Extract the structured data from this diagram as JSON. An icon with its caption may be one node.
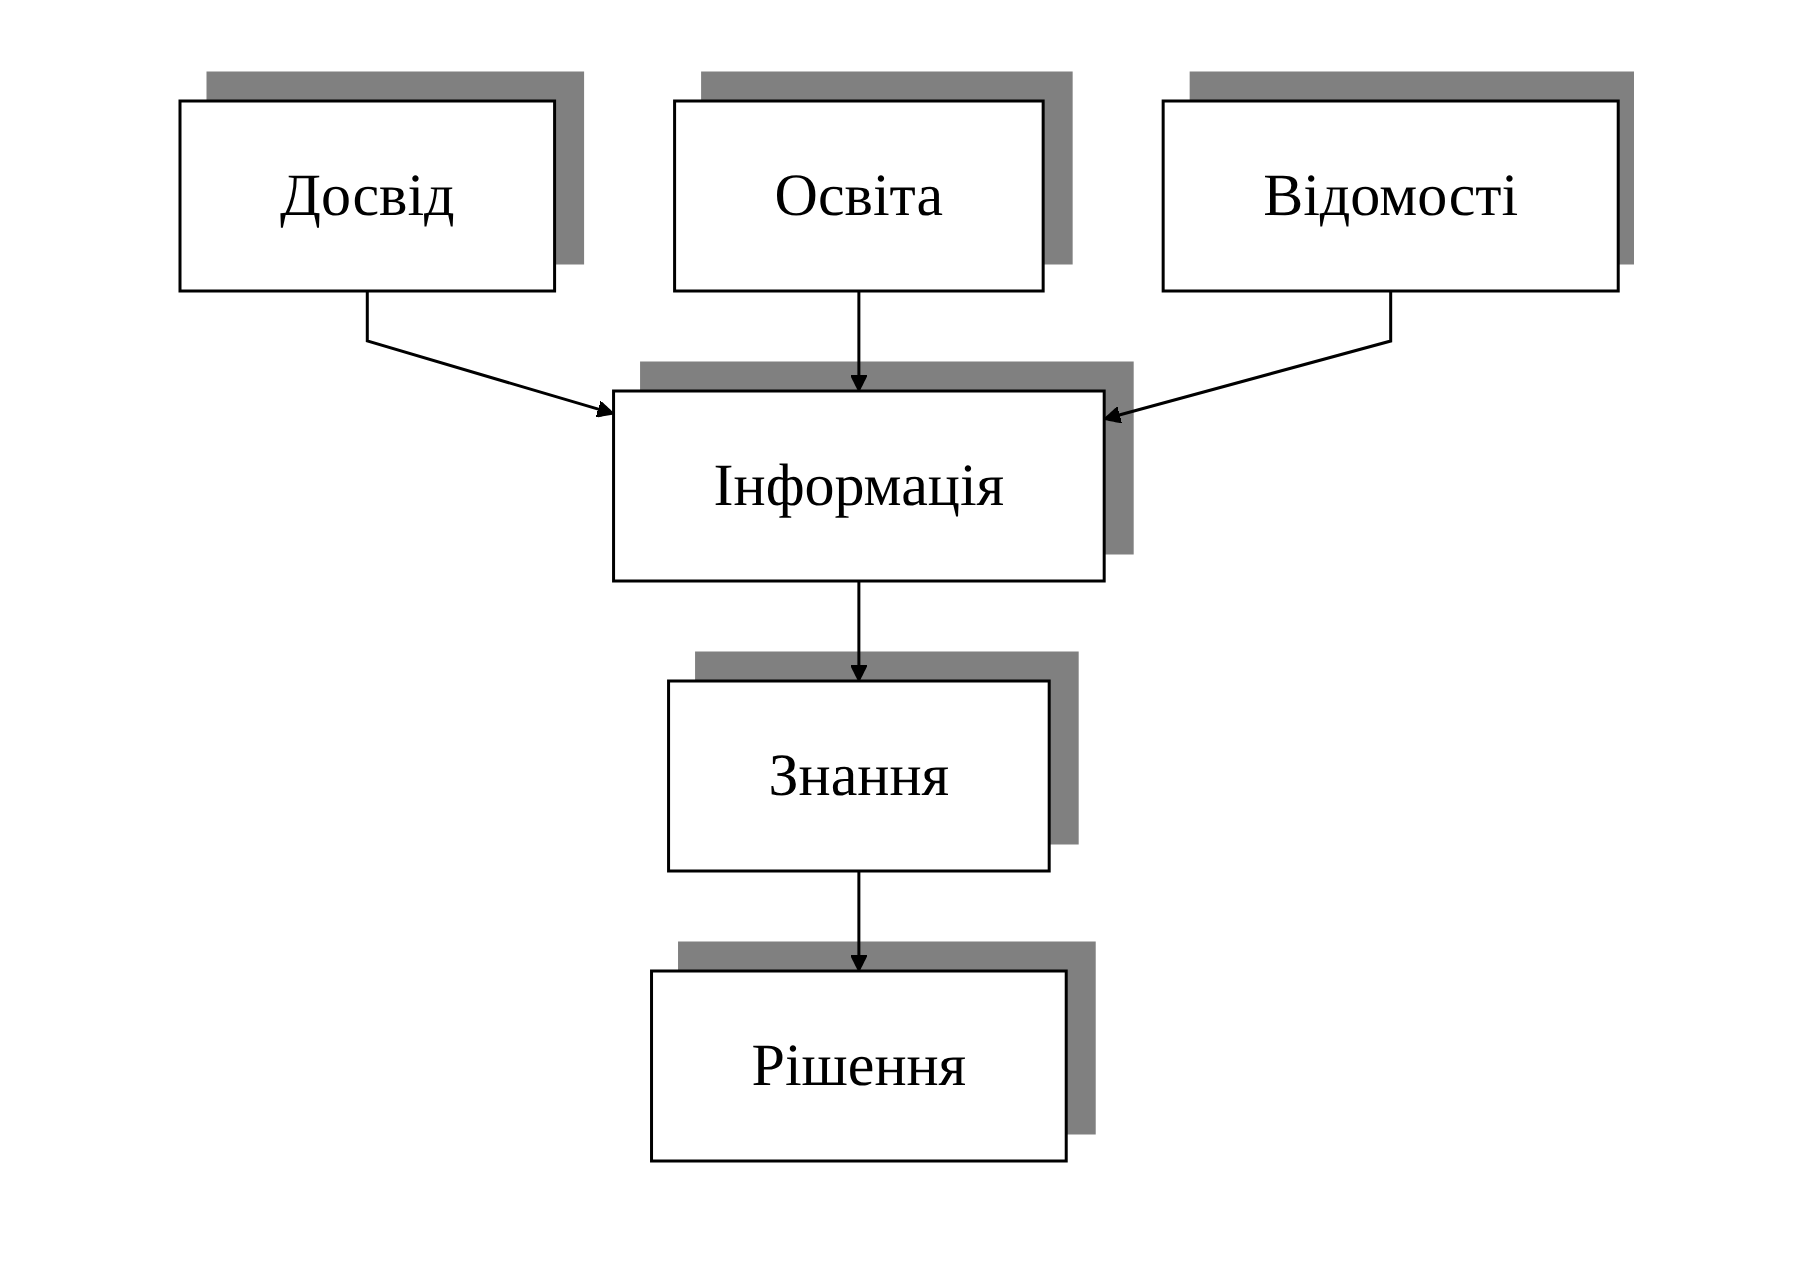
{
  "diagram": {
    "nodes": [
      {
        "text": [
          "Досвід"
        ]
      },
      {
        "text": [
          "Освіта"
        ]
      },
      {
        "text": [
          "Відомості"
        ]
      },
      {
        "text": [
          "Інформація"
        ]
      },
      {
        "text": [
          "Знання"
        ]
      },
      {
        "text": [
          "Рішення"
        ]
      }
    ],
    "edges": [
      {
        "from": 0,
        "to": 3,
        "arrow": "to"
      },
      {
        "from": 1,
        "to": 3,
        "arrow": "to"
      },
      {
        "from": 2,
        "to": 3,
        "arrow": "to"
      },
      {
        "from": 3,
        "to": 4,
        "arrow": "to"
      },
      {
        "from": 4,
        "to": 5,
        "arrow": "to"
      }
    ]
  }
}
